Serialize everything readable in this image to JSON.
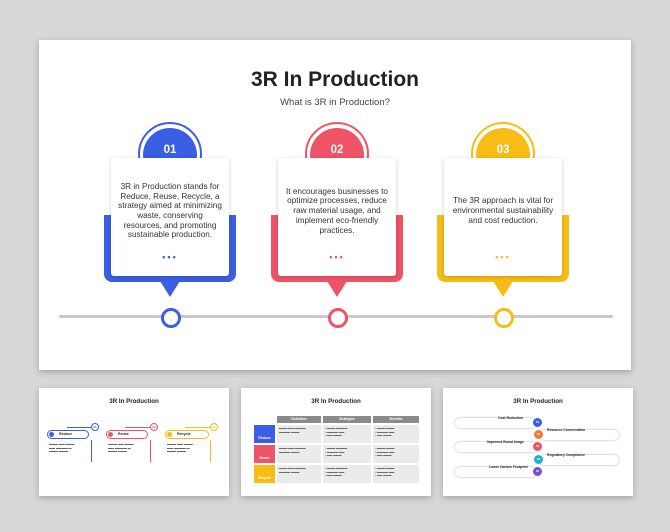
{
  "main": {
    "title": "3R In Production",
    "subtitle": "What is 3R in Production?",
    "cards": [
      {
        "number": "01",
        "color": "#3a5fe5",
        "dots": "•••",
        "text": "3R in Production stands for Reduce, Reuse, Recycle, a strategy aimed at minimizing waste, conserving resources, and promoting sustainable production."
      },
      {
        "number": "02",
        "color": "#ef5466",
        "dots": "•••",
        "text": "It encourages businesses to optimize processes, reduce raw material usage, and implement eco-friendly practices."
      },
      {
        "number": "03",
        "color": "#f7bd16",
        "dots": "•••",
        "text": "The 3R approach is vital for environmental sustainability and cost reduction."
      }
    ]
  },
  "thumbnails": [
    {
      "title": "3R In Production",
      "items": [
        {
          "label": "Reduce",
          "number": "01",
          "color": "#3a5fe5"
        },
        {
          "label": "Reuse",
          "number": "02",
          "color": "#ef5466"
        },
        {
          "label": "Recycle",
          "number": "03",
          "color": "#f7bd16"
        }
      ]
    },
    {
      "title": "3R In Production",
      "columns": [
        "Definition",
        "Strategies",
        "Benefits"
      ],
      "rows": [
        {
          "label": "Reduce",
          "color": "#3a5fe5"
        },
        {
          "label": "Reuse",
          "color": "#ef5466"
        },
        {
          "label": "Recycle",
          "color": "#f7bd16"
        }
      ]
    },
    {
      "title": "3R In Production",
      "left_items": [
        {
          "label": "Cost Reduction",
          "number": "01",
          "color": "#3a5fe5"
        },
        {
          "label": "Improved Brand Image",
          "number": "03",
          "color": "#ef5466"
        },
        {
          "label": "Lower Carbon Footprint",
          "number": "05",
          "color": "#7d4bd6"
        }
      ],
      "right_items": [
        {
          "label": "Resource Conservation",
          "number": "02",
          "color": "#f47a3a"
        },
        {
          "label": "Regulatory Compliance",
          "number": "04",
          "color": "#1db3c9"
        }
      ]
    }
  ]
}
